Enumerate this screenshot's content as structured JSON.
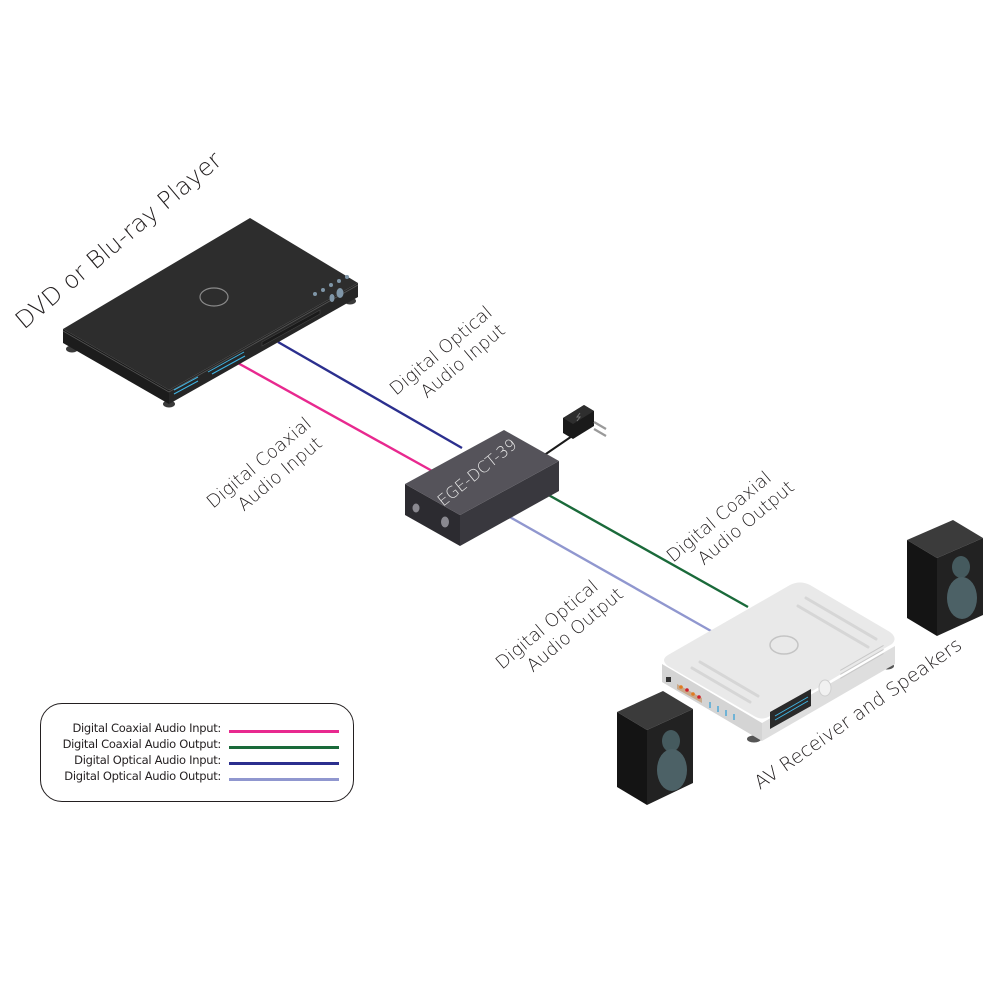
{
  "devices": {
    "source": {
      "label": "DVD or Blu-ray Player"
    },
    "converter": {
      "model": "EGE-DCT-39"
    },
    "sink": {
      "label": "AV Receiver and Speakers"
    }
  },
  "connections": [
    {
      "id": "coax-in",
      "label_line1": "Digital Coaxial",
      "label_line2": "Audio Input",
      "color": "#e8298f"
    },
    {
      "id": "optical-in",
      "label_line1": "Digital Optical",
      "label_line2": "Audio Input",
      "color": "#2b2f8e"
    },
    {
      "id": "coax-out",
      "label_line1": "Digital Coaxial",
      "label_line2": "Audio Output",
      "color": "#1a6a3a"
    },
    {
      "id": "optical-out",
      "label_line1": "Digital Optical",
      "label_line2": "Audio Output",
      "color": "#9097cf"
    }
  ],
  "legend": {
    "items": [
      {
        "label": "Digital Coaxial Audio Input:",
        "color": "#e8298f"
      },
      {
        "label": "Digital Coaxial Audio Output:",
        "color": "#1a6a3a"
      },
      {
        "label": "Digital Optical Audio Input:",
        "color": "#2b2f8e"
      },
      {
        "label": "Digital Optical Audio Output:",
        "color": "#9097cf"
      }
    ]
  }
}
